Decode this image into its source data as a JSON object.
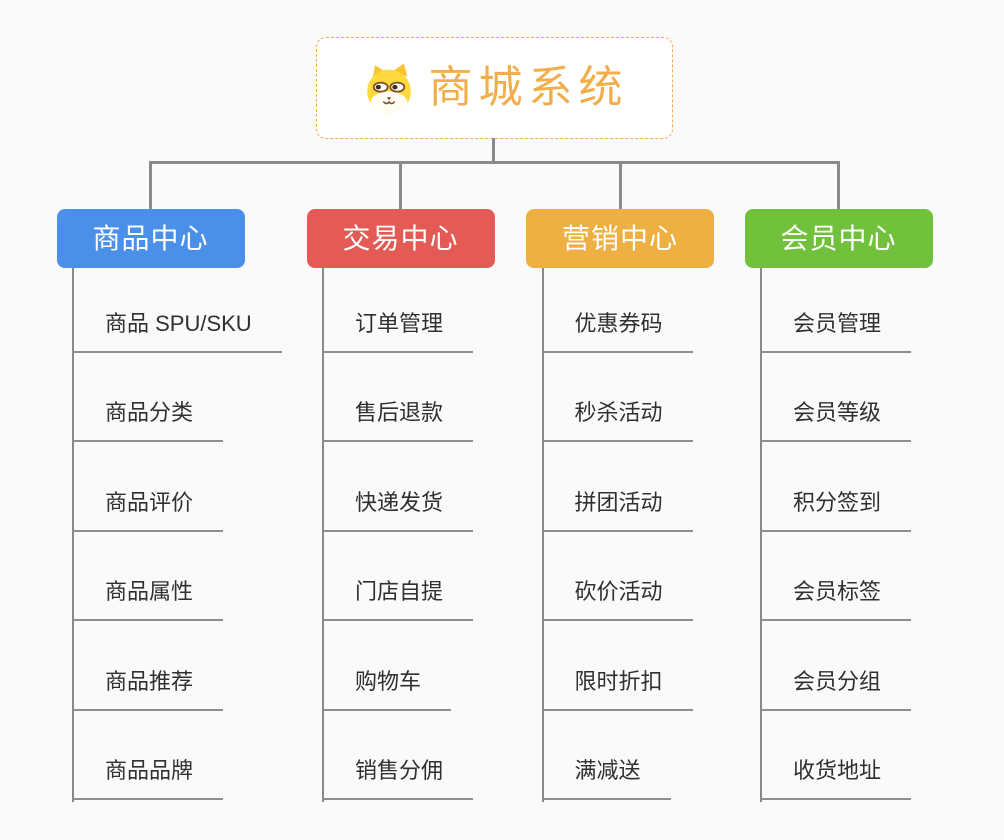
{
  "root": {
    "label": "商城系统",
    "icon": "dog-mascot-icon",
    "text_color": "#F2AE4A",
    "border_color": "#F5AB4B"
  },
  "background_color": "#FAFAFA",
  "connector_color": "#8A8A8A",
  "underline_color": "#8E8E8E",
  "branches": [
    {
      "label": "商品中心",
      "color": "#4B90E8",
      "children": [
        "商品 SPU/SKU",
        "商品分类",
        "商品评价",
        "商品属性",
        "商品推荐",
        "商品品牌"
      ]
    },
    {
      "label": "交易中心",
      "color": "#E45B55",
      "children": [
        "订单管理",
        "售后退款",
        "快递发货",
        "门店自提",
        "购物车",
        "销售分佣"
      ]
    },
    {
      "label": "营销中心",
      "color": "#EEAF43",
      "children": [
        "优惠券码",
        "秒杀活动",
        "拼团活动",
        "砍价活动",
        "限时折扣",
        "满减送"
      ]
    },
    {
      "label": "会员中心",
      "color": "#72C13D",
      "children": [
        "会员管理",
        "会员等级",
        "积分签到",
        "会员标签",
        "会员分组",
        "收货地址"
      ]
    }
  ]
}
